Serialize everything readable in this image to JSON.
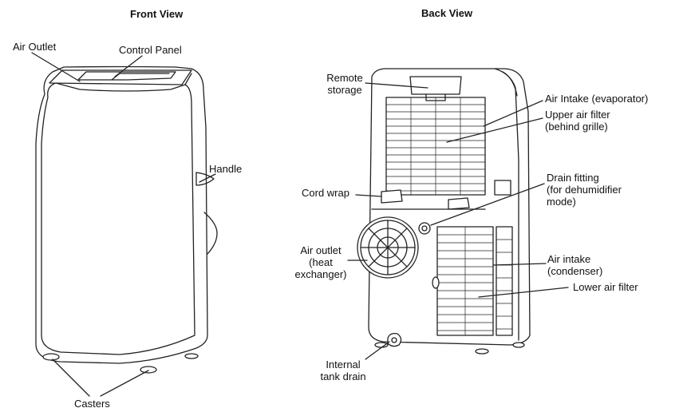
{
  "front": {
    "title": "Front View",
    "labels": {
      "air_outlet": "Air Outlet",
      "control_panel": "Control Panel",
      "handle": "Handle",
      "casters": "Casters"
    }
  },
  "back": {
    "title": "Back View",
    "labels": {
      "remote_storage_1": "Remote",
      "remote_storage_2": "storage",
      "air_intake_evap": "Air Intake (evaporator)",
      "upper_filter_1": "Upper air filter",
      "upper_filter_2": "(behind grille)",
      "cord_wrap": "Cord wrap",
      "drain_fitting_1": "Drain fitting",
      "drain_fitting_2": "(for dehumidifier",
      "drain_fitting_3": "mode)",
      "air_outlet_1": "Air outlet",
      "air_outlet_2": "(heat",
      "air_outlet_3": "exchanger)",
      "air_intake_cond_1": "Air intake",
      "air_intake_cond_2": "(condenser)",
      "lower_filter": "Lower air filter",
      "tank_drain_1": "Internal",
      "tank_drain_2": "tank drain"
    }
  }
}
